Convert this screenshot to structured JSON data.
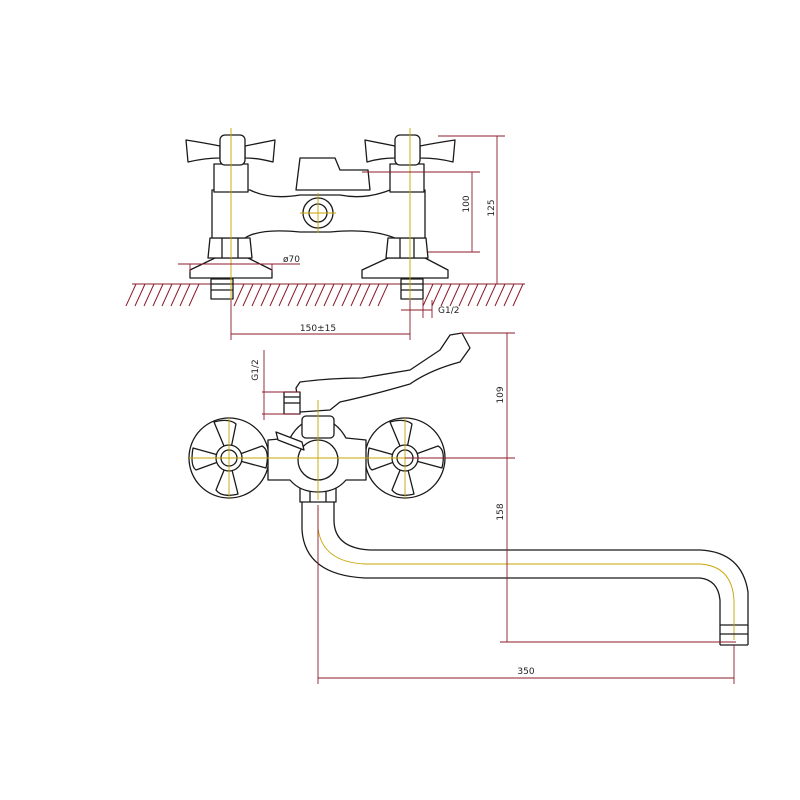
{
  "dimensions": {
    "height_100": "100",
    "height_125": "125",
    "diameter": "ø70",
    "thread_top": "G1/2",
    "spacing": "150±15",
    "thread_side": "G1/2",
    "height_109": "109",
    "height_158": "158",
    "spout_length": "350"
  },
  "colors": {
    "dimension_lines": "#8b1c2b",
    "center_lines": "#c9a400",
    "outline": "#1a1a1a"
  }
}
